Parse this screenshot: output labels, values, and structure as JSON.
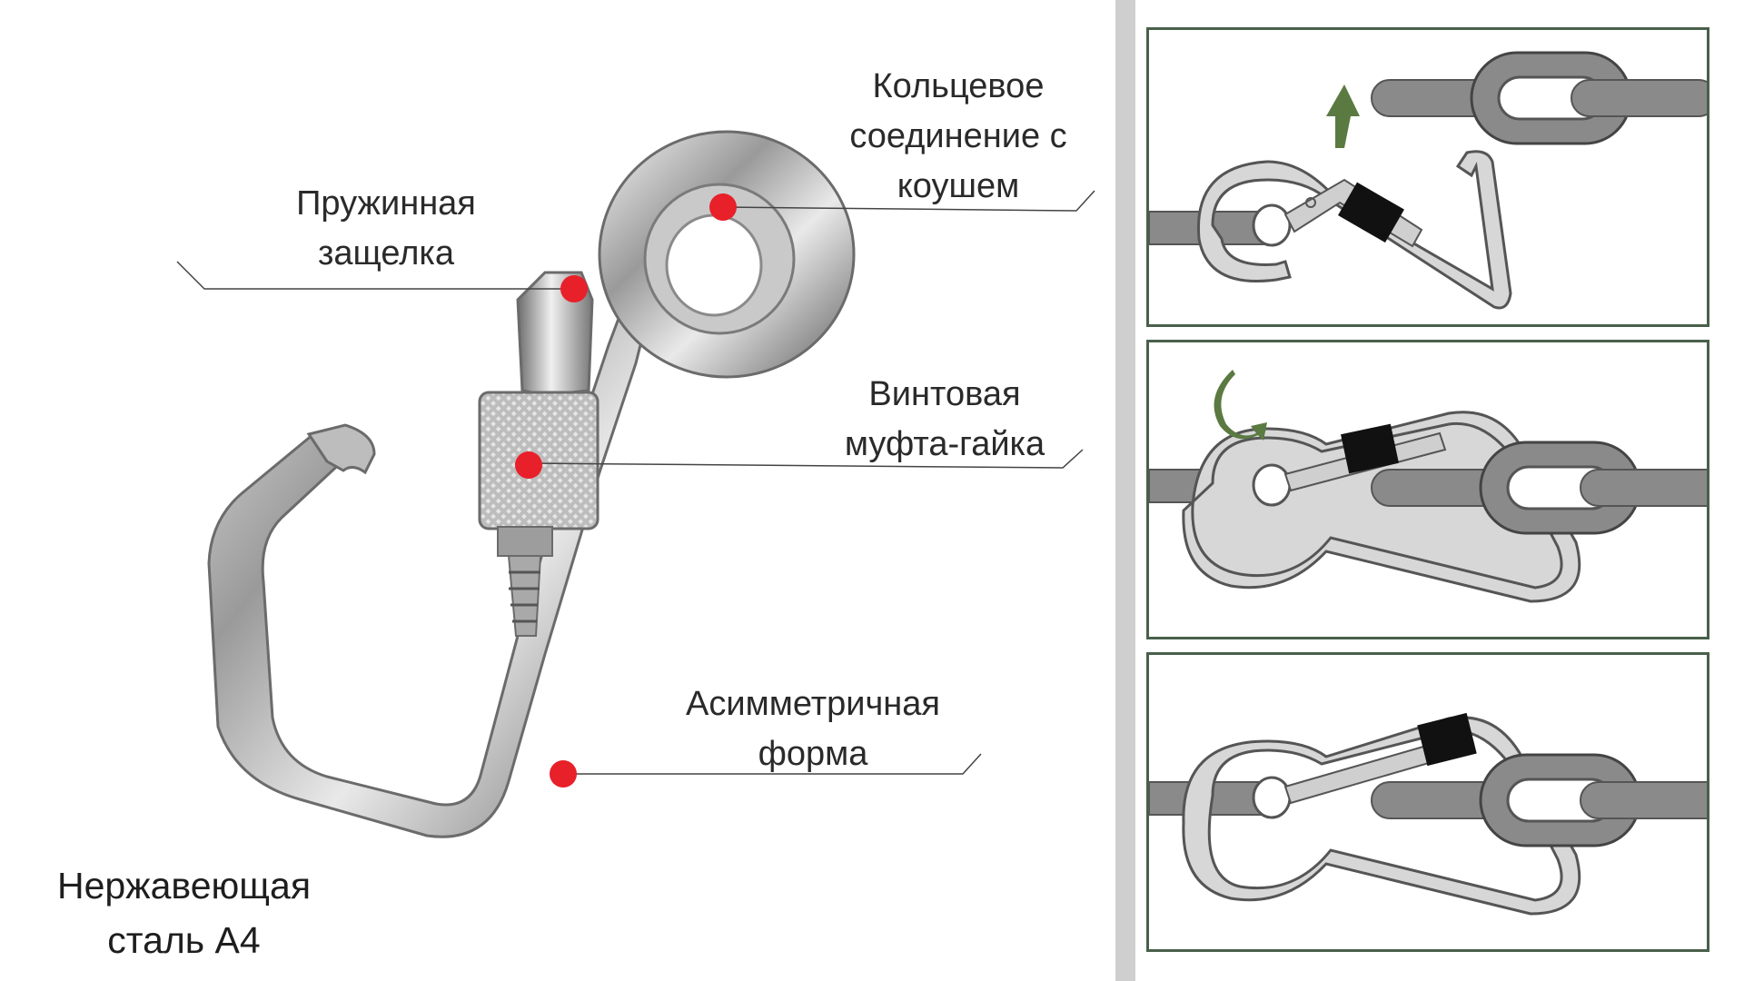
{
  "callouts": {
    "ring_connection": {
      "lines": [
        "Кольцевое",
        "соединение с",
        "коушем"
      ]
    },
    "spring_latch": {
      "lines": [
        "Пружинная",
        "защелка"
      ]
    },
    "screw_nut": {
      "lines": [
        "Винтовая",
        "муфта-гайка"
      ]
    },
    "asymmetric_shape": {
      "lines": [
        "Асимметричная",
        "форма"
      ]
    },
    "material": {
      "lines": [
        "Нержавеющая",
        "сталь A4"
      ]
    }
  },
  "steps": [
    {
      "action": "open-gate",
      "arrow": "up-arrow-icon"
    },
    {
      "action": "screw-nut",
      "arrow": "rotate-arrow-icon"
    },
    {
      "action": "locked"
    }
  ],
  "colors": {
    "marker_red": "#e8202a",
    "panel_border": "#49604a",
    "arrow_green": "#5a7a42",
    "divider_gray": "#cfcfcf",
    "steel_light": "#e3e3e3",
    "steel_dark": "#7a7a7a",
    "nut_black": "#111111"
  }
}
